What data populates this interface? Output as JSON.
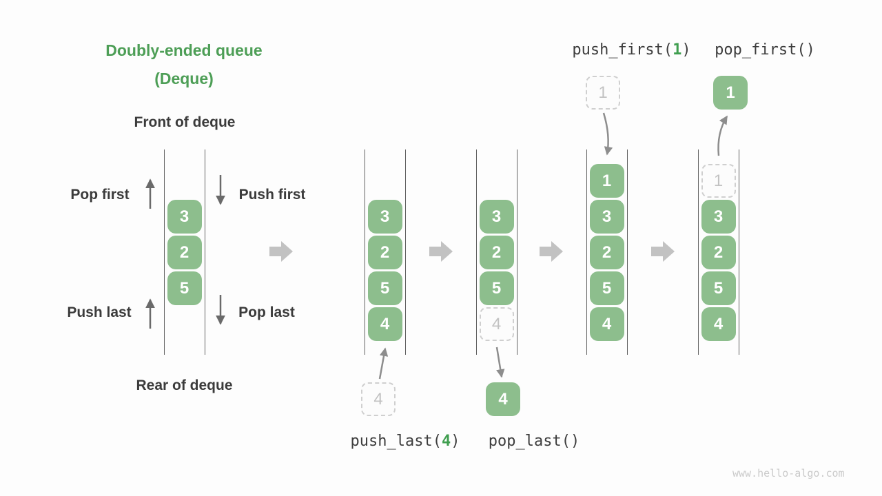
{
  "title": {
    "line1": "Doubly-ended queue",
    "line2": "(Deque)"
  },
  "labels": {
    "front": "Front of deque",
    "rear": "Rear of deque",
    "pop_first": "Pop first",
    "push_first": "Push first",
    "push_last": "Push last",
    "pop_last": "Pop last"
  },
  "ops": {
    "push_last": {
      "prefix": "push_last(",
      "arg": "4",
      "suffix": ")"
    },
    "pop_last": {
      "label": "pop_last()"
    },
    "push_first": {
      "prefix": "push_first(",
      "arg": "1",
      "suffix": ")"
    },
    "pop_first": {
      "label": "pop_first()"
    }
  },
  "floating": {
    "push_last_source": "4",
    "pop_last_result": "4",
    "push_first_source": "1",
    "pop_first_result": "1"
  },
  "queues": [
    {
      "id": "deque-initial",
      "cells": [
        {
          "value": "3",
          "state": "filled"
        },
        {
          "value": "2",
          "state": "filled"
        },
        {
          "value": "5",
          "state": "filled"
        }
      ]
    },
    {
      "id": "deque-after-push-last",
      "cells": [
        {
          "value": "3",
          "state": "filled"
        },
        {
          "value": "2",
          "state": "filled"
        },
        {
          "value": "5",
          "state": "filled"
        },
        {
          "value": "4",
          "state": "filled"
        }
      ]
    },
    {
      "id": "deque-after-pop-last",
      "cells": [
        {
          "value": "3",
          "state": "filled"
        },
        {
          "value": "2",
          "state": "filled"
        },
        {
          "value": "5",
          "state": "filled"
        },
        {
          "value": "4",
          "state": "ghost"
        }
      ]
    },
    {
      "id": "deque-after-push-first",
      "cells": [
        {
          "value": "1",
          "state": "filled"
        },
        {
          "value": "3",
          "state": "filled"
        },
        {
          "value": "2",
          "state": "filled"
        },
        {
          "value": "5",
          "state": "filled"
        },
        {
          "value": "4",
          "state": "filled"
        }
      ]
    },
    {
      "id": "deque-after-pop-first",
      "cells": [
        {
          "value": "1",
          "state": "ghost"
        },
        {
          "value": "3",
          "state": "filled"
        },
        {
          "value": "2",
          "state": "filled"
        },
        {
          "value": "5",
          "state": "filled"
        },
        {
          "value": "4",
          "state": "filled"
        }
      ]
    }
  ],
  "icons": {
    "step_arrow": "right-block-arrow",
    "pop_first_arrow": "thin-up-arrow",
    "push_first_arrow": "thin-down-arrow",
    "push_last_arrow": "thin-up-arrow",
    "pop_last_arrow": "thin-down-arrow"
  },
  "colors": {
    "box_green": "#8dbe8d",
    "title_green": "#4d9e56",
    "code_arg_green": "#3f9e4f",
    "label_dark": "#3b3b3b",
    "ghost_gray": "#c2c2c2",
    "block_arrow_gray": "#c2c2c2",
    "wall_gray": "#606060"
  },
  "watermark": "www.hello-algo.com"
}
